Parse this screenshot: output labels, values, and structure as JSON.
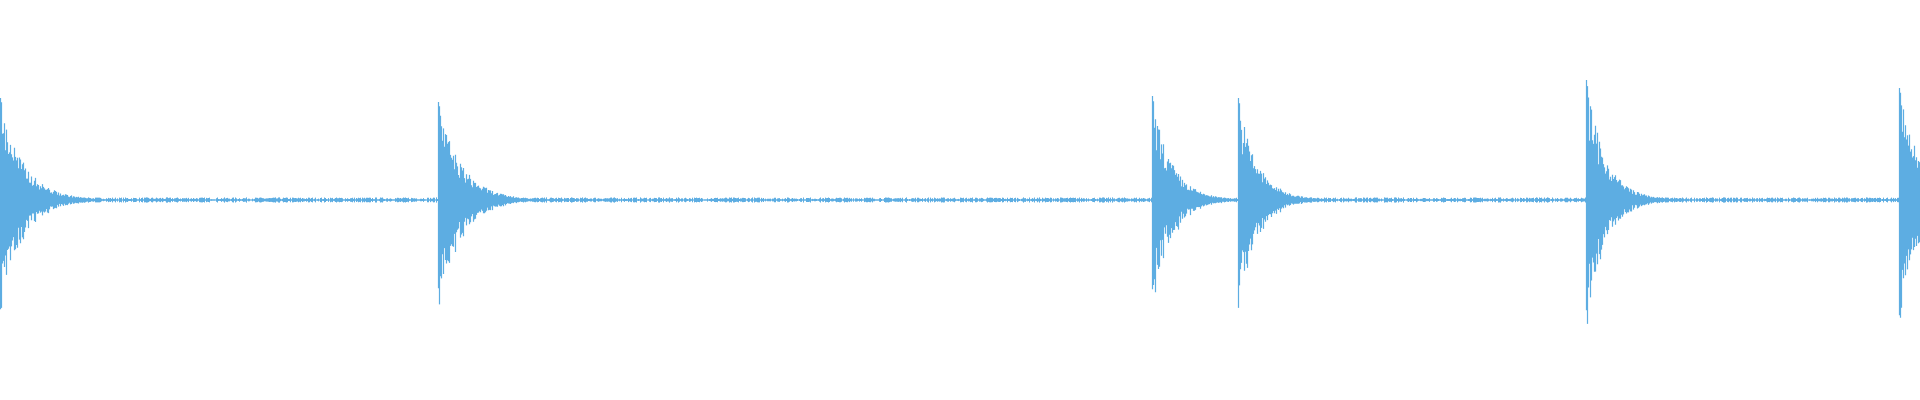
{
  "chart_data": {
    "type": "area",
    "title": "",
    "xlabel": "",
    "ylabel": "",
    "xlim": [
      0,
      1
    ],
    "ylim": [
      -1,
      1
    ],
    "grid": false,
    "legend": "none",
    "color": "#5dade2",
    "noise_floor": 0.01,
    "series": [
      {
        "onset": 0.0,
        "peak": 0.51,
        "decay": 0.012
      },
      {
        "onset": 0.228,
        "peak": 0.49,
        "decay": 0.012
      },
      {
        "onset": 0.6,
        "peak": 0.52,
        "decay": 0.01
      },
      {
        "onset": 0.645,
        "peak": 0.51,
        "decay": 0.01
      },
      {
        "onset": 0.826,
        "peak": 0.6,
        "decay": 0.01
      },
      {
        "onset": 0.989,
        "peak": 0.56,
        "decay": 0.012
      }
    ]
  }
}
